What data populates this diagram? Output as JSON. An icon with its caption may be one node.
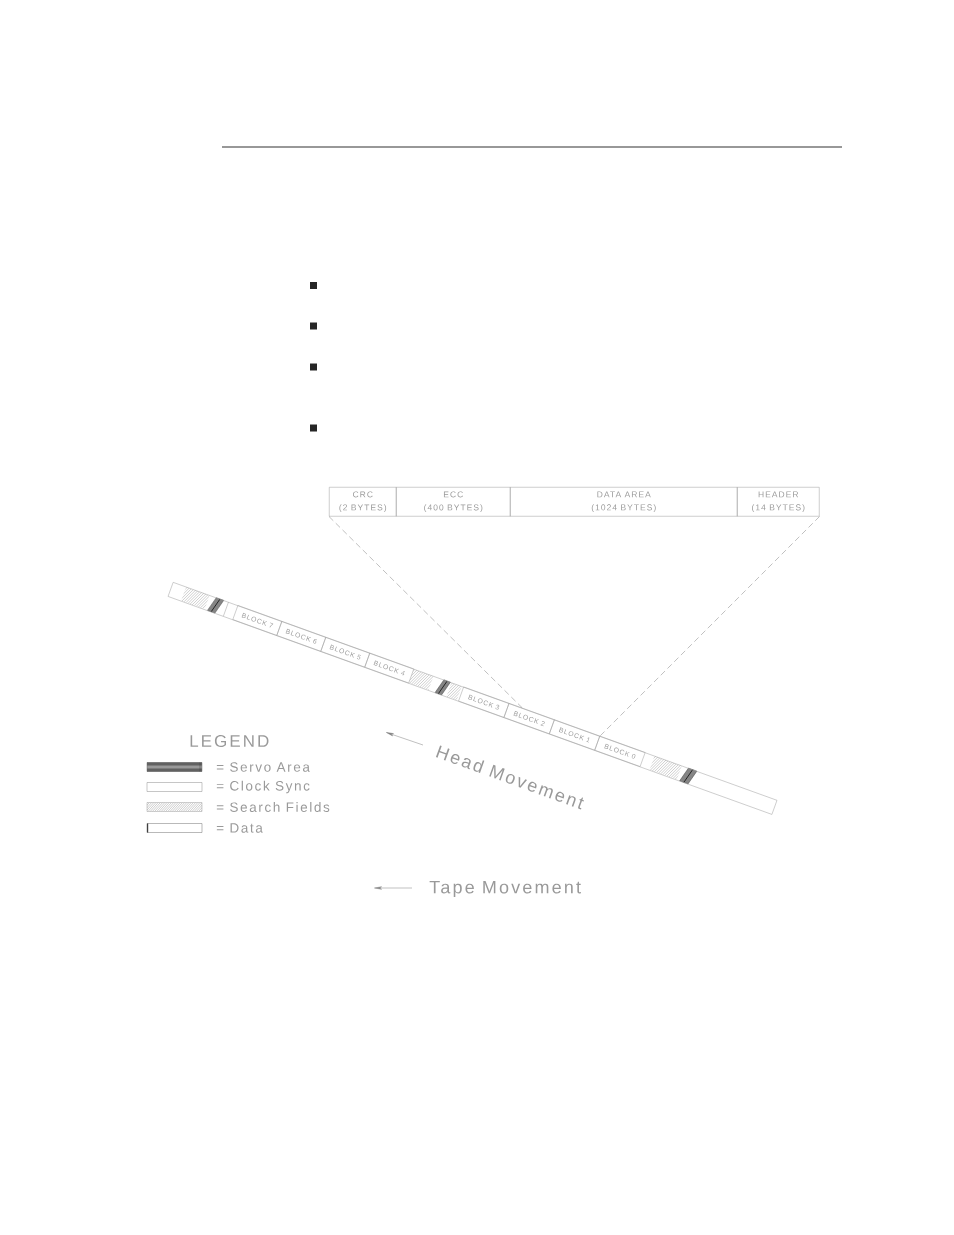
{
  "diagram": {
    "nodes": [
      {
        "text": [
          "CRC",
          "(2 BYTES)"
        ]
      },
      {
        "text": [
          "ECC",
          "(400 BYTES)"
        ]
      },
      {
        "text": [
          "DATA AREA",
          "(1024 BYTES)"
        ]
      },
      {
        "text": [
          "HEADER",
          "(14 BYTES)"
        ]
      },
      {
        "text": [],
        "shape": "bar"
      },
      {
        "text": [
          "BLOCK 7"
        ],
        "in": 4
      },
      {
        "text": [
          "BLOCK 6"
        ],
        "in": 4
      },
      {
        "text": [
          "BLOCK 5"
        ],
        "in": 4
      },
      {
        "text": [
          "BLOCK 4"
        ],
        "in": 4
      },
      {
        "text": [
          "BLOCK 3"
        ],
        "in": 4
      },
      {
        "text": [
          "BLOCK 2"
        ],
        "in": 4
      },
      {
        "text": [
          "BLOCK 1"
        ],
        "in": 4
      },
      {
        "text": [
          "BLOCK 0"
        ],
        "in": 4
      }
    ],
    "edges": [
      {
        "from": 0,
        "to": 10,
        "arrow": "none",
        "style": "dashed"
      },
      {
        "from": 3,
        "to": 11,
        "arrow": "none",
        "style": "dashed"
      }
    ],
    "labels": [
      "LEGEND",
      "Head Movement",
      "Tape Movement"
    ],
    "legend": [
      {
        "text": "= Servo Area"
      },
      {
        "text": "= Clock Sync"
      },
      {
        "text": "= Search Fields"
      },
      {
        "text": "= Data"
      }
    ]
  }
}
